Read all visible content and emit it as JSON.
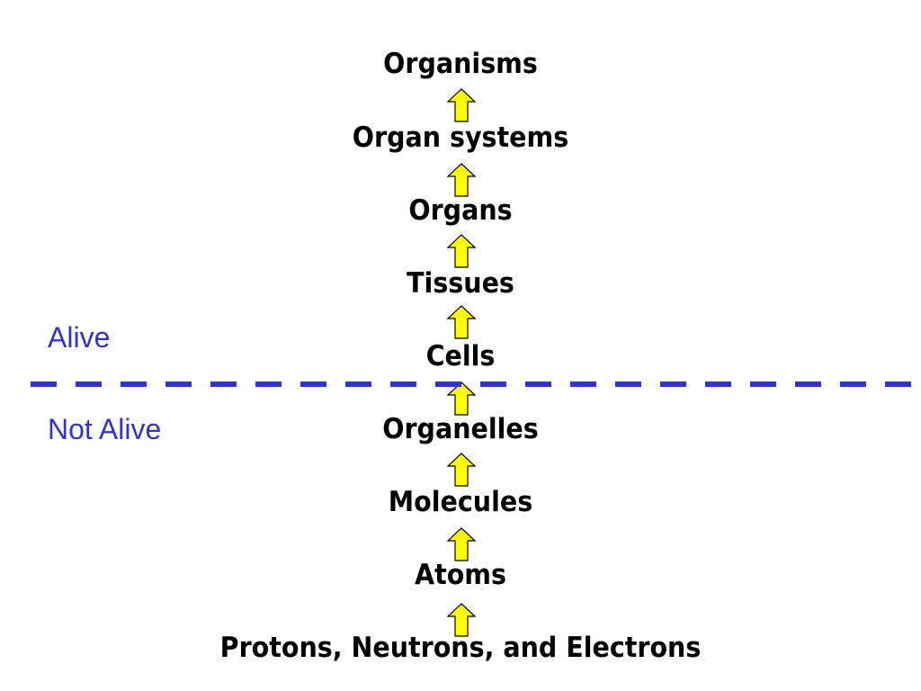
{
  "diagram": {
    "levels": [
      "Organisms",
      "Organ systems",
      "Organs",
      "Tissues",
      "Cells",
      "Organelles",
      "Molecules",
      "Atoms",
      "Protons, Neutrons, and Electrons"
    ],
    "alive_label": "Alive",
    "not_alive_label": "Not Alive",
    "colors": {
      "text": "#000000",
      "zone_text": "#3333cc",
      "divider": "#3333cc",
      "arrow_fill": "#ffff00",
      "arrow_stroke": "#000000"
    },
    "icons": {
      "arrow": "up-arrow-icon"
    }
  }
}
